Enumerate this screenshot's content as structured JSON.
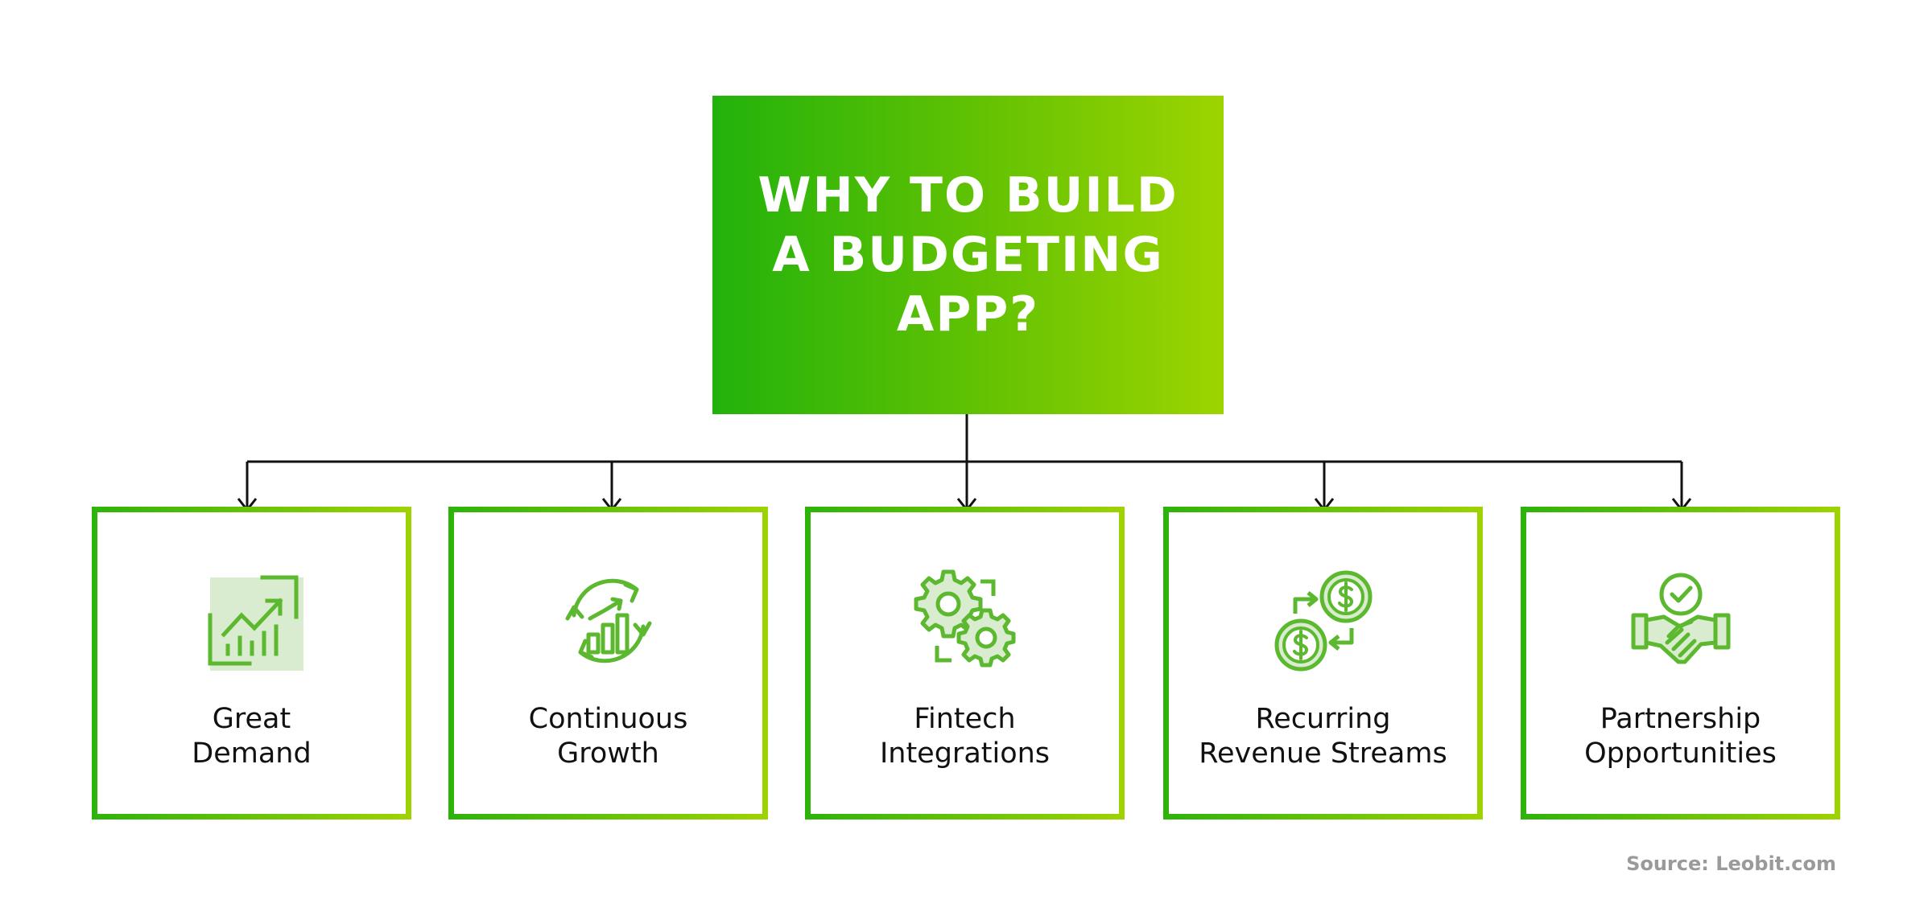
{
  "title": {
    "lines": [
      "WHY TO BUILD",
      "A BUDGETING",
      "APP?"
    ]
  },
  "colors": {
    "gradient_start": "#22b20c",
    "gradient_end": "#9dd400",
    "icon_green": "#5cb82e",
    "icon_fill": "#d9ecd0",
    "connector": "#111111"
  },
  "cards": [
    {
      "icon": "growth-chart-icon",
      "lines": [
        "Great",
        "Demand"
      ]
    },
    {
      "icon": "cycle-bar-chart-icon",
      "lines": [
        "Continuous",
        "Growth"
      ]
    },
    {
      "icon": "gears-icon",
      "lines": [
        "Fintech",
        "Integrations"
      ]
    },
    {
      "icon": "coin-exchange-icon",
      "lines": [
        "Recurring",
        "Revenue Streams"
      ]
    },
    {
      "icon": "handshake-icon",
      "lines": [
        "Partnership",
        "Opportunities"
      ]
    }
  ],
  "source": "Source: Leobit.com"
}
